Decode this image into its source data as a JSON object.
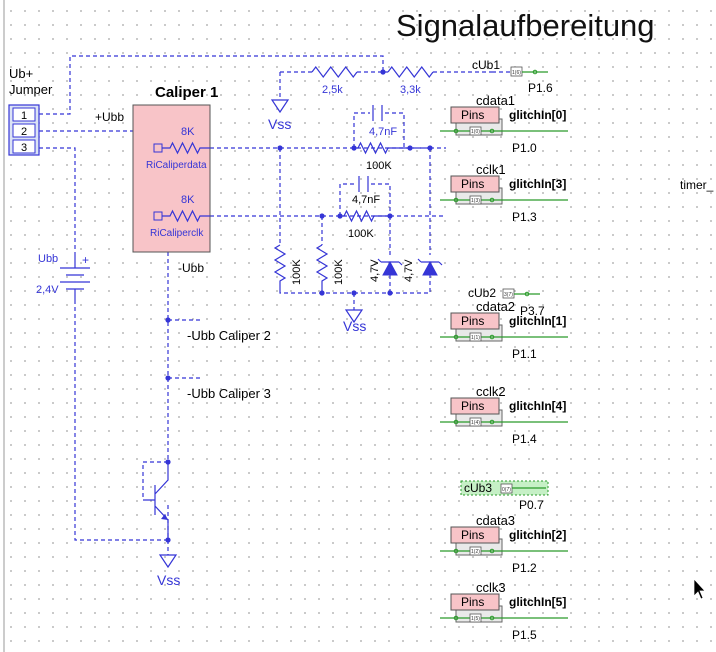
{
  "title": "Signalaufbereitung",
  "jumper": {
    "label_line1": "Ub+",
    "label_line2": "Jumper",
    "pins": [
      "1",
      "2",
      "3"
    ]
  },
  "caliper": {
    "title": "Caliper 1",
    "supply_plus": "+Ubb",
    "supply_minus": "-Ubb",
    "r_data_value": "8K",
    "r_data_name": "RiCaliperdata",
    "r_clk_value": "8K",
    "r_clk_name": "RiCaliperclk"
  },
  "battery": {
    "name": "Ubb",
    "plus": "+",
    "voltage": "2,4V"
  },
  "network": {
    "r_top1": "2,5k",
    "r_top2": "3,3k",
    "vss": "Vss",
    "c1": "4,7nF",
    "r_fb1": "100K",
    "c2": "4,7nF",
    "r_fb2": "100K",
    "r_pd1": "100K",
    "r_pd2": "100K",
    "z1": "4,7V",
    "z2": "4,7V"
  },
  "notes": {
    "caliper2": "-Ubb Caliper 2",
    "caliper3": "-Ubb Caliper 3"
  },
  "pins": [
    {
      "label": "cdata1",
      "box": "Pins",
      "signal": "glitchIn[0]",
      "port": "P1.0",
      "chip": "1(0)"
    },
    {
      "label": "cclk1",
      "box": "Pins",
      "signal": "glitchIn[3]",
      "port": "P1.3",
      "chip": "1(3)"
    },
    {
      "label": "cdata2",
      "box": "Pins",
      "signal": "glitchIn[1]",
      "port": "P1.1",
      "chip": "1(1)"
    },
    {
      "label": "cclk2",
      "box": "Pins",
      "signal": "glitchIn[4]",
      "port": "P1.4",
      "chip": "1(4)"
    },
    {
      "label": "cdata3",
      "box": "Pins",
      "signal": "glitchIn[2]",
      "port": "P1.2",
      "chip": "1(2)"
    },
    {
      "label": "cclk3",
      "box": "Pins",
      "signal": "glitchIn[5]",
      "port": "P1.5",
      "chip": "1(5)"
    }
  ],
  "outputs": [
    {
      "label": "cUb1",
      "port": "P1.6",
      "chip": "1(6)"
    },
    {
      "label": "cUb2",
      "port": "P3.7",
      "chip": "3(7)"
    },
    {
      "label": "cUb3",
      "port": "P0.7",
      "chip": "0(7)"
    }
  ],
  "timer_label": "timer_",
  "colors": {
    "wire": "#3535d6",
    "caliper_fill": "#f8c4c8",
    "pins_fill": "#f8c4c8",
    "signal_line": "#2a9a2a",
    "highlight": "#c6f0c6"
  }
}
